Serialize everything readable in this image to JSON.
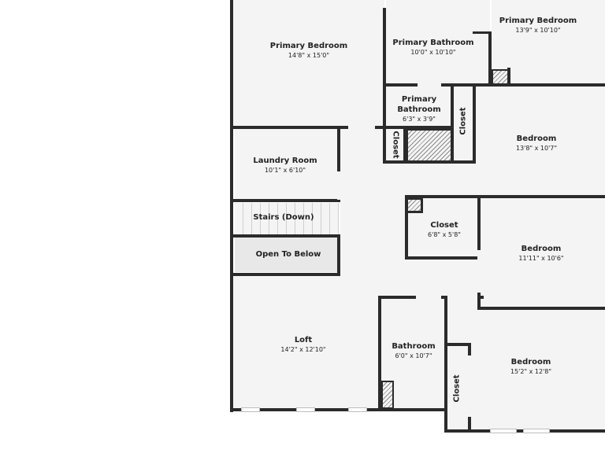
{
  "rooms": {
    "primary_bedroom_main": {
      "name": "Primary Bedroom",
      "dims": "14'8\" x 15'0\""
    },
    "primary_bathroom_main": {
      "name": "Primary Bathroom",
      "dims": "10'0\" x 10'10\""
    },
    "primary_bedroom_ne": {
      "name": "Primary Bedroom",
      "dims": "13'9\" x 10'10\""
    },
    "primary_bathroom_small": {
      "name": "Primary Bathroom",
      "dims": "6'3\" x 3'9\""
    },
    "closet_a": {
      "name": "Closet"
    },
    "closet_b": {
      "name": "Closet"
    },
    "bedroom_1": {
      "name": "Bedroom",
      "dims": "13'8\" x 10'7\""
    },
    "laundry": {
      "name": "Laundry Room",
      "dims": "10'1\" x 6'10\""
    },
    "stairs": {
      "name": "Stairs (Down)"
    },
    "open_to_below": {
      "name": "Open To Below"
    },
    "closet_mid": {
      "name": "Closet",
      "dims": "6'8\" x 5'8\""
    },
    "bedroom_2": {
      "name": "Bedroom",
      "dims": "11'11\" x 10'6\""
    },
    "loft": {
      "name": "Loft",
      "dims": "14'2\" x 12'10\""
    },
    "bathroom": {
      "name": "Bathroom",
      "dims": "6'0\" x 10'7\""
    },
    "closet_sw": {
      "name": "Closet"
    },
    "bedroom_3": {
      "name": "Bedroom",
      "dims": "15'2\" x 12'8\""
    }
  },
  "colors": {
    "wall": "#2b2b2b",
    "floor": "#f4f4f4",
    "background": "#ffffff"
  }
}
